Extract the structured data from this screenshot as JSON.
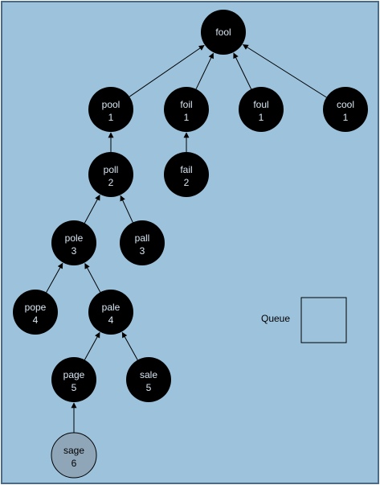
{
  "colors": {
    "background": "#9cc2dc",
    "frame": "#4b6a86",
    "node_fill": "#000000",
    "node_text": "#d7e6f3",
    "highlight_fill": "#8fa6b8",
    "highlight_text": "#000000",
    "edge": "#000000"
  },
  "nodes": [
    {
      "id": "fool",
      "word": "fool",
      "num": ""
    },
    {
      "id": "pool",
      "word": "pool",
      "num": "1"
    },
    {
      "id": "foil",
      "word": "foil",
      "num": "1"
    },
    {
      "id": "foul",
      "word": "foul",
      "num": "1"
    },
    {
      "id": "cool",
      "word": "cool",
      "num": "1"
    },
    {
      "id": "poll",
      "word": "poll",
      "num": "2"
    },
    {
      "id": "fail",
      "word": "fail",
      "num": "2"
    },
    {
      "id": "pole",
      "word": "pole",
      "num": "3"
    },
    {
      "id": "pall",
      "word": "pall",
      "num": "3"
    },
    {
      "id": "pope",
      "word": "pope",
      "num": "4"
    },
    {
      "id": "pale",
      "word": "pale",
      "num": "4"
    },
    {
      "id": "page",
      "word": "page",
      "num": "5"
    },
    {
      "id": "sale",
      "word": "sale",
      "num": "5"
    },
    {
      "id": "sage",
      "word": "sage",
      "num": "6",
      "highlight": true
    }
  ],
  "edges": [
    {
      "from": "pool",
      "to": "fool"
    },
    {
      "from": "foil",
      "to": "fool"
    },
    {
      "from": "foul",
      "to": "fool"
    },
    {
      "from": "cool",
      "to": "fool"
    },
    {
      "from": "poll",
      "to": "pool"
    },
    {
      "from": "fail",
      "to": "foil"
    },
    {
      "from": "pole",
      "to": "poll"
    },
    {
      "from": "pall",
      "to": "poll"
    },
    {
      "from": "pope",
      "to": "pole"
    },
    {
      "from": "pale",
      "to": "pole"
    },
    {
      "from": "page",
      "to": "pale"
    },
    {
      "from": "sale",
      "to": "pale"
    },
    {
      "from": "sage",
      "to": "page"
    }
  ],
  "queue": {
    "label": "Queue",
    "items": []
  }
}
